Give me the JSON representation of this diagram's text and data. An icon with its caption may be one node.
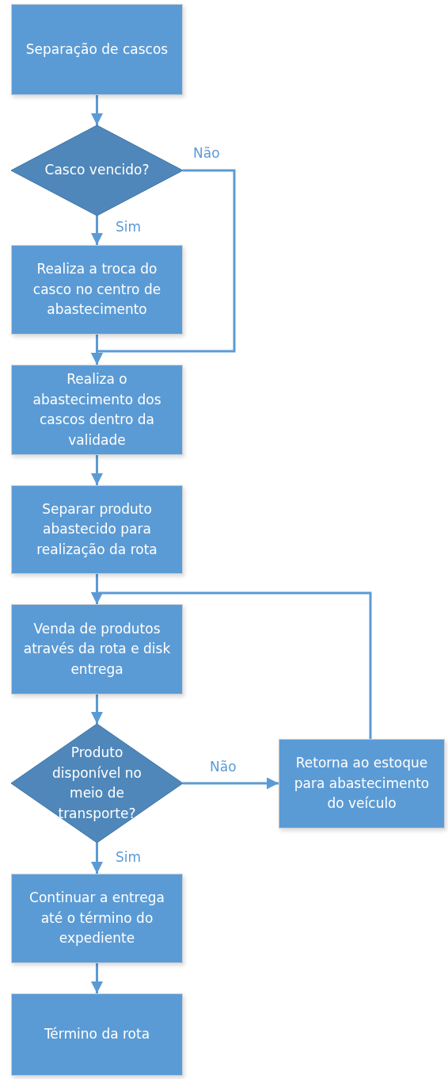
{
  "diagram": {
    "nodes": [
      {
        "text": [
          "Separação de cascos"
        ]
      },
      {
        "text": [
          "Casco vencido?"
        ]
      },
      {
        "text": [
          "Realiza a troca do casco no centro de abastecimento"
        ]
      },
      {
        "text": [
          "Realiza o abastecimento dos cascos dentro da validade"
        ]
      },
      {
        "text": [
          "Separar produto abastecido para realização da rota"
        ]
      },
      {
        "text": [
          "Venda de produtos através da rota e disk entrega"
        ]
      },
      {
        "text": [
          "Produto disponível no meio de transporte?"
        ]
      },
      {
        "text": [
          "Retorna ao estoque para abastecimento do veículo"
        ]
      },
      {
        "text": [
          "Continuar a entrega até o término do expediente"
        ]
      },
      {
        "text": [
          "Término da rota"
        ]
      }
    ],
    "edges": [
      {
        "from": 0,
        "to": 1,
        "arrow": "to"
      },
      {
        "from": 1,
        "to": 2,
        "arrow": "to",
        "label": "Sim"
      },
      {
        "from": 1,
        "to": 3,
        "arrow": "to",
        "label": "Não"
      },
      {
        "from": 2,
        "to": 3,
        "arrow": "to"
      },
      {
        "from": 3,
        "to": 4,
        "arrow": "to"
      },
      {
        "from": 4,
        "to": 5,
        "arrow": "to"
      },
      {
        "from": 7,
        "to": 5,
        "arrow": "to"
      },
      {
        "from": 5,
        "to": 6,
        "arrow": "to"
      },
      {
        "from": 6,
        "to": 7,
        "arrow": "to",
        "label": "Não"
      },
      {
        "from": 6,
        "to": 8,
        "arrow": "to",
        "label": "Sim"
      },
      {
        "from": 8,
        "to": 9,
        "arrow": "to"
      }
    ]
  }
}
